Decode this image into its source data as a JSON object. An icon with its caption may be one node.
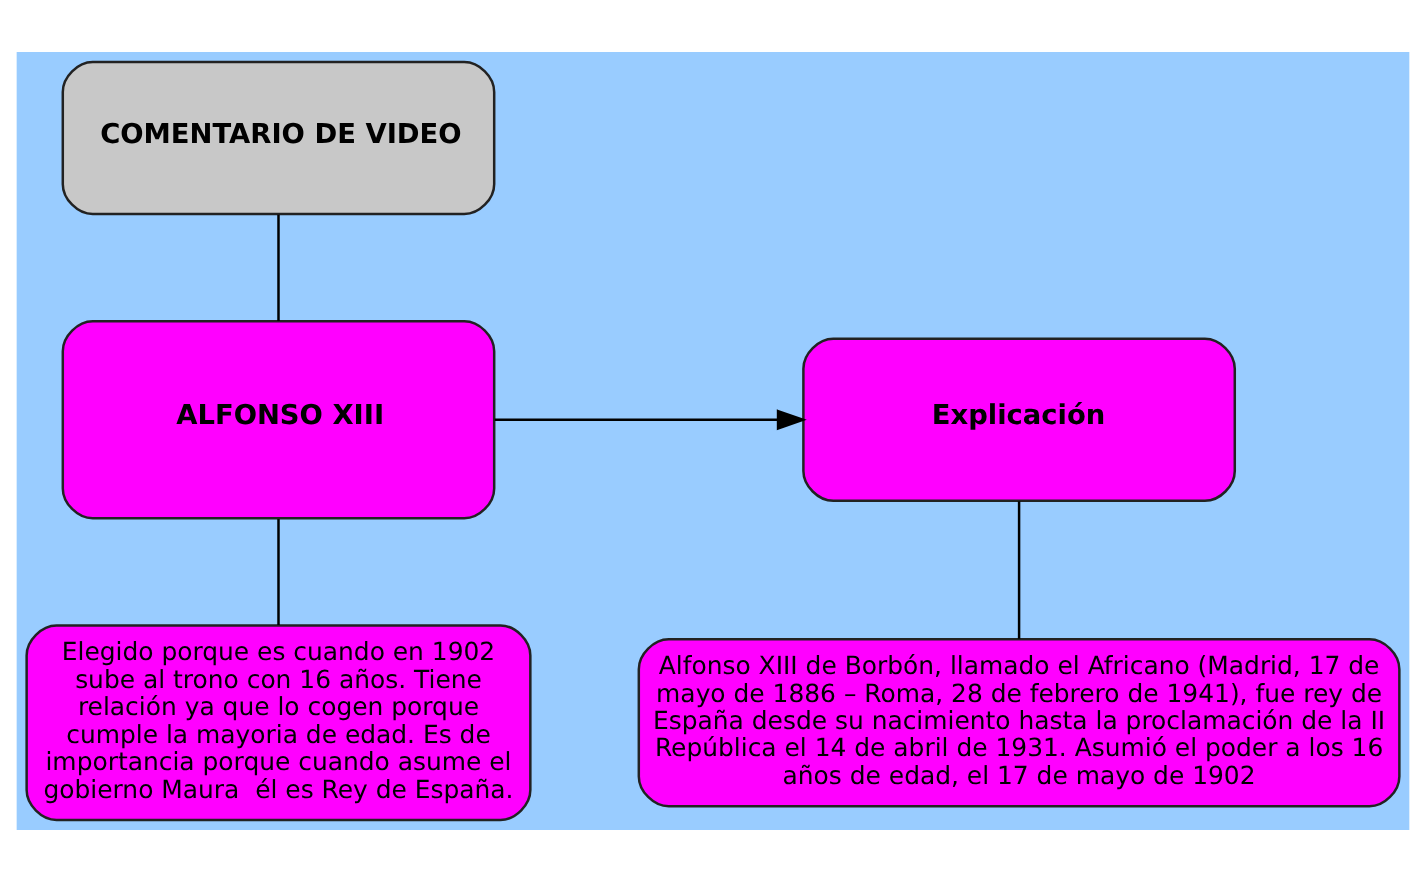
{
  "diagram": {
    "nodes": [
      {
        "text": [
          "COMENTARIO DE VIDEO"
        ]
      },
      {
        "text": [
          "ALFONSO XIII"
        ]
      },
      {
        "text": [
          "Explicación"
        ]
      },
      {
        "text": [
          "Alfonso XIII de Borbón, llamado el Africano (Madrid, 17 de mayo de 1886 – Roma, 28 de febrero de 1941), fue rey de España desde su nacimiento hasta la proclamación de la II República el 14 de abril de 1931. Asumió el poder a los 16 años de edad, el 17 de mayo de 1902"
        ]
      },
      {
        "text": [
          "Elegido porque es cuando en 1902 sube al trono con 16 años. Tiene relación ya que lo cogen porque cumple la mayoria de edad. Es de importancia porque cuando asume el gobierno Maura  él es Rey de España."
        ]
      }
    ],
    "edges": [
      {
        "from": 0,
        "to": 1,
        "arrow": "none"
      },
      {
        "from": 1,
        "to": 2,
        "arrow": "to"
      },
      {
        "from": 2,
        "to": 3,
        "arrow": "none"
      },
      {
        "from": 1,
        "to": 4,
        "arrow": "none"
      }
    ]
  }
}
